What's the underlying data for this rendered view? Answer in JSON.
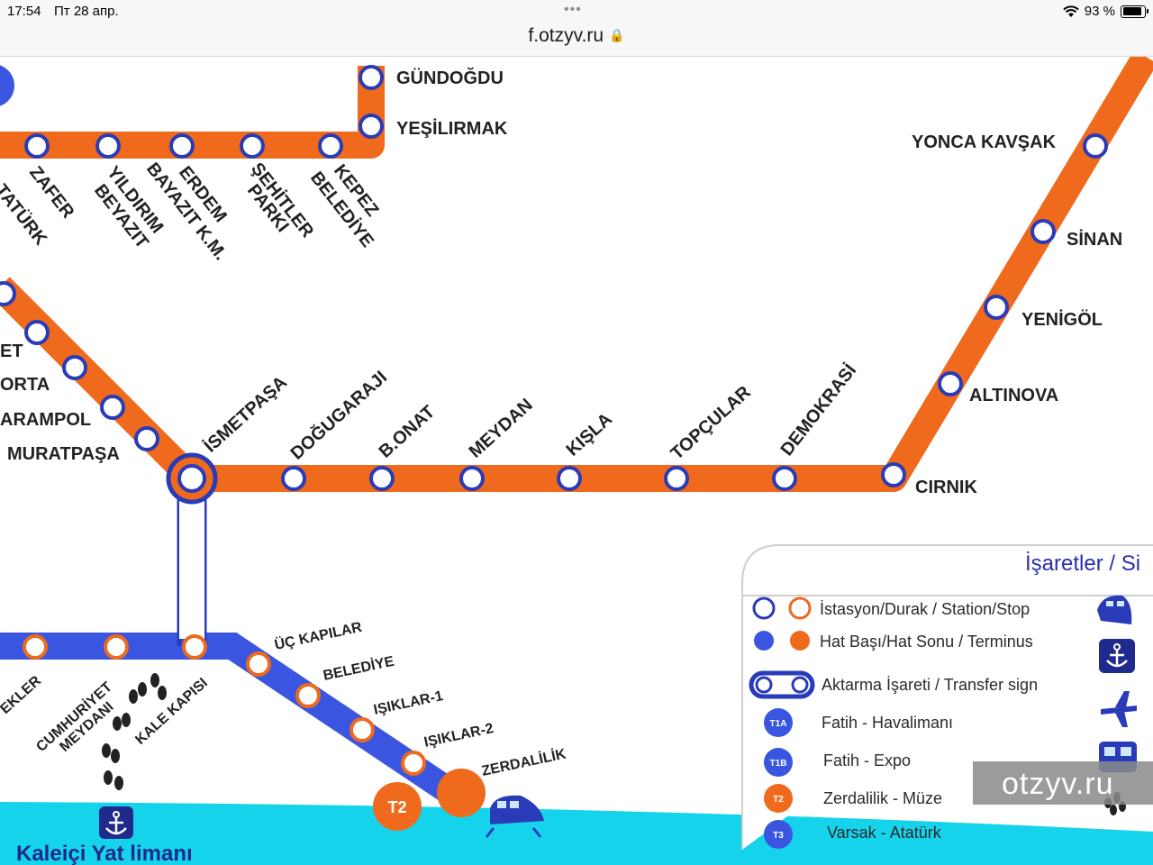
{
  "browser": {
    "time": "17:54",
    "date": "Пт 28 апр.",
    "url": "f.otzyv.ru",
    "battery": "93 %",
    "icons": [
      "more-dots-icon",
      "lock-icon",
      "wifi-icon",
      "battery-icon"
    ]
  },
  "colors": {
    "orange_line": "#ef6a1c",
    "blue_line": "#3a56e0",
    "sea": "#16d3ec",
    "station_ring": "#2a3bb8"
  },
  "stations": {
    "gundogdu": "GÜNDOĞDU",
    "yesilirmak": "YEŞİLIRMAK",
    "yonca": "YONCA KAVŞAK",
    "sinan": "SİNAN",
    "yenigol": "YENİGÖL",
    "altinova": "ALTINOVA",
    "cirnik": "CIRNIK",
    "demokrasi": "DEMOKRASİ",
    "topcular": "TOPÇULAR",
    "kisla": "KIŞLA",
    "meydan": "MEYDAN",
    "bonat": "B.ONAT",
    "dogugaraji": "DOĞUGARAJI",
    "ismetpasa": "İSMETPAŞA",
    "muratpasa": "MURATPAŞA",
    "karampol": "ARAMPOL",
    "sorta": "ORTA",
    "et": "ET",
    "zafer": "ZAFER",
    "ataturk": "TATÜRK",
    "yildirim1": "YILDIRIM",
    "yildirim2": "BEYAZIT",
    "erdem1": "ERDEM",
    "erdem2": "BAYAZIT K.M.",
    "sehitler1": "ŞEHİTLER",
    "sehitler2": "PARKI",
    "kepez1": "KEPEZ",
    "kepez2": "BELEDİYE",
    "ekler": "EKLER",
    "cumhuriyet1": "CUMHURİYET",
    "cumhuriyet2": "MEYDANI",
    "kalekapisi": "KALE KAPISI",
    "uckapilar": "ÜÇ KAPILAR",
    "belediye": "BELEDİYE",
    "isiklar1": "IŞIKLAR-1",
    "isiklar2": "IŞIKLAR-2",
    "zerdalilik": "ZERDALİLİK",
    "t2_badge": "T2",
    "harbor": "Kaleiçi Yat limanı"
  },
  "legend": {
    "title": "İşaretler / Si",
    "station_stop": "İstasyon/Durak / Station/Stop",
    "terminus": "Hat Başı/Hat Sonu / Terminus",
    "transfer": "Aktarma İşareti / Transfer sign",
    "t1a_badge": "T1A",
    "t1a_route": "Fatih - Havalimanı",
    "t1b_badge": "T1B",
    "t1b_route": "Fatih - Expo",
    "t2_badge": "T2",
    "t2_route": "Zerdalilik - Müze",
    "t3_badge": "T3",
    "t3_route": "Varsak - Atatürk"
  },
  "watermark": "otzyv.ru"
}
